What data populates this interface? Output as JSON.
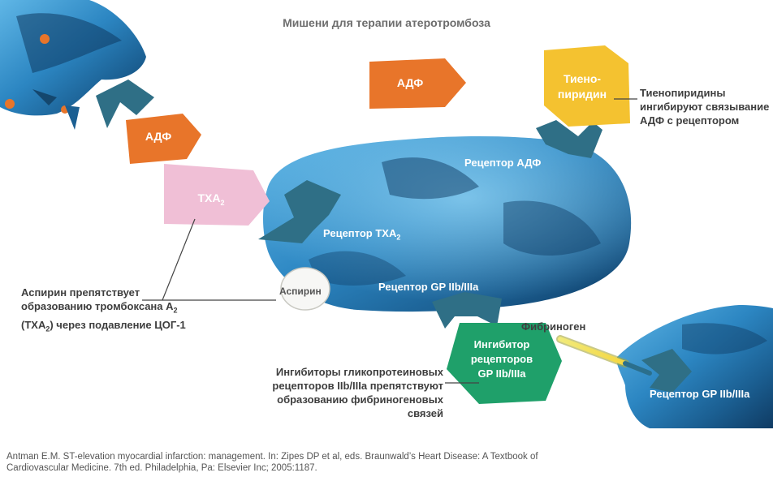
{
  "title": "Мишени для терапии атеротромбоза",
  "shapes": {
    "adp_left": "АДФ",
    "adp_top": "АДФ",
    "txa2_pre": "TXA",
    "txa2_sub": "2",
    "thienopyridine_line1": "Тиено-",
    "thienopyridine_line2": "пиридин",
    "gp_inhibitor_line1": "Ингибитор",
    "gp_inhibitor_line2": "рецепторов",
    "gp_inhibitor_line3": "GP IIb/IIIa",
    "aspirin": "Аспирин"
  },
  "receptors": {
    "adp": "Рецептор АДФ",
    "txa2_pre": "Рецептор TXA",
    "txa2_sub": "2",
    "gp": "Рецептор GP IIb/IIIa",
    "gp_right": "Рецептор GP IIb/IIIa"
  },
  "fibrinogen": "Фибриноген",
  "annotations": {
    "thieno_1": "Тиенопиридины",
    "thieno_2": "ингибируют связывание",
    "thieno_3": "АДФ с рецептором",
    "aspirin_1": "Аспирин препятствует",
    "aspirin_2_pre": "образованию тромбоксана А",
    "aspirin_2_sub": "2",
    "aspirin_3_pre": "(TXA",
    "aspirin_3_sub": "2",
    "aspirin_3_post": ") через подавление ЦОГ-1",
    "gp_1": "Ингибиторы гликопротеиновых",
    "gp_2": "рецепторов IIb/IIIa препятствуют",
    "gp_3": "образованию фибриногеновых связей"
  },
  "citation_1": "Antman E.M. ST-elevation myocardial infarction: management. In: Zipes DP et al, eds. Braunwald’s Heart Disease: A Textbook of",
  "citation_2": "Cardiovascular Medicine. 7th ed. Philadelphia, Pa: Elsevier Inc; 2005:1187.",
  "colors": {
    "orange": "#e8752a",
    "pink": "#f0bfd6",
    "yellow": "#f4c230",
    "green": "#1fa06a",
    "teal_receptor": "#2f6f86",
    "cell_blue": "#2f8fc6",
    "cell_dark": "#14476e"
  }
}
